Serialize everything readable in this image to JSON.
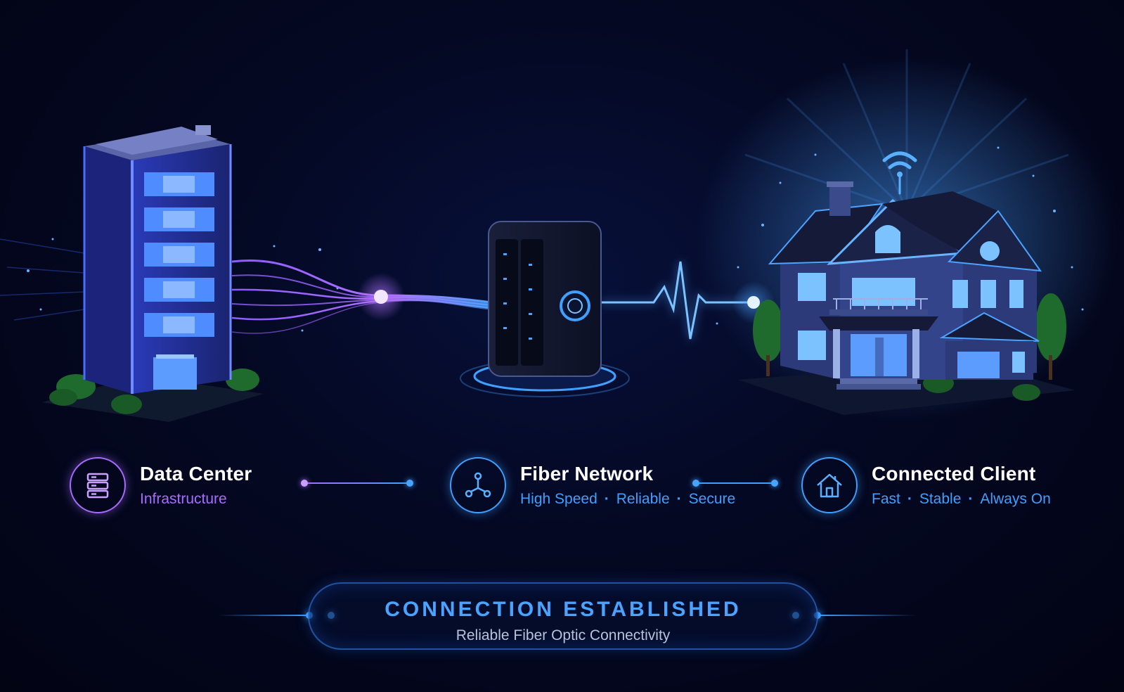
{
  "nodes": [
    {
      "title": "Data Center",
      "subtitle": [
        "Infrastructure"
      ],
      "icon": "server-stack-icon",
      "color": "#a86bff"
    },
    {
      "title": "Fiber Network",
      "subtitle": [
        "High Speed",
        "Reliable",
        "Secure"
      ],
      "icon": "network-nodes-icon",
      "color": "#3fa0ff"
    },
    {
      "title": "Connected Client",
      "subtitle": [
        "Fast",
        "Stable",
        "Always On"
      ],
      "icon": "house-icon",
      "color": "#3fa0ff"
    }
  ],
  "separator": "·",
  "banner": {
    "title": "CONNECTION ESTABLISHED",
    "subtitle": "Reliable Fiber Optic Connectivity"
  },
  "colors": {
    "purple": "#a86bff",
    "blue": "#3fa0ff",
    "building": "#2a3ab8",
    "window": "#4f8cff",
    "house_wall": "#2c3a7a",
    "roof": "#141a38",
    "tree": "#1f6b2e"
  }
}
